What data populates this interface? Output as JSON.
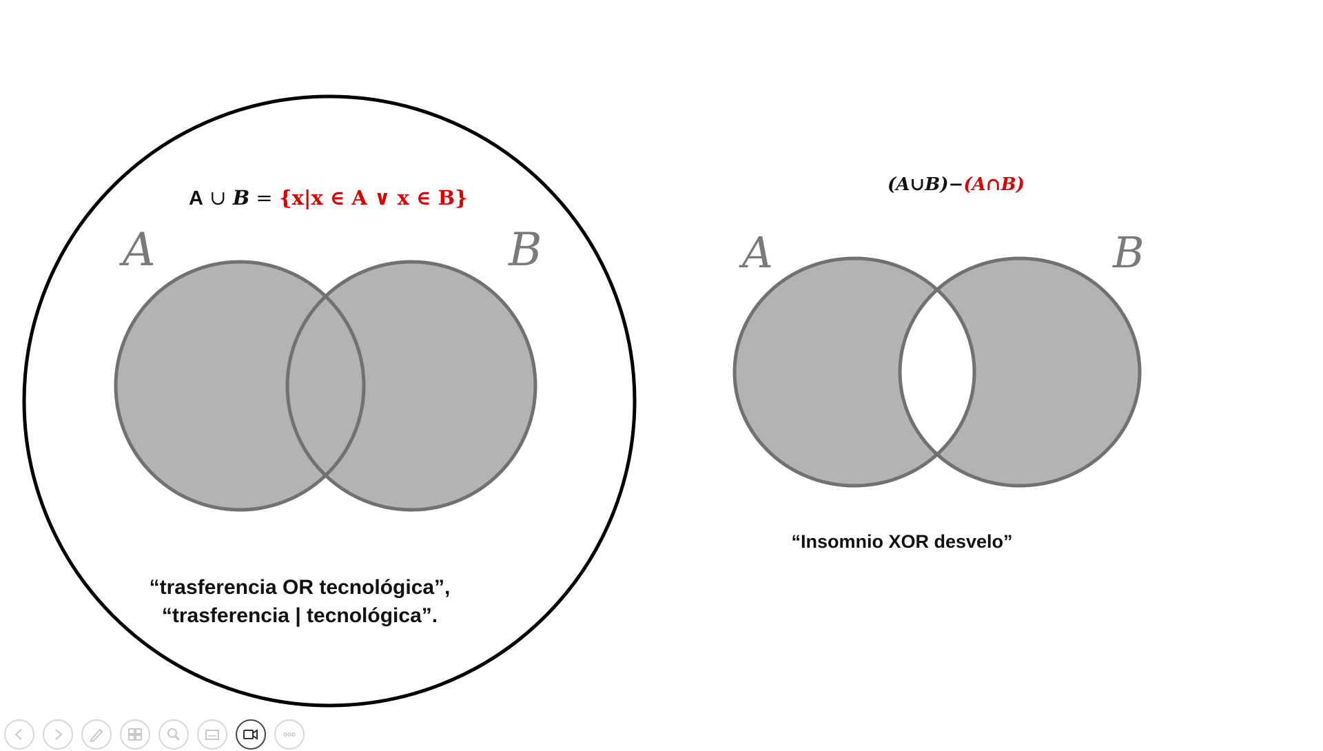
{
  "union_panel": {
    "formula": {
      "lhs_a": "A",
      "op_union": " ∪ ",
      "lhs_b": "B",
      "equals": " = ",
      "rhs": "{x|x  ∈ A ∨ x ∈ B}"
    },
    "label_a": "A",
    "label_b": "B",
    "caption_line1": "“trasferencia OR tecnológica”,",
    "caption_line2": "“trasferencia | tecnológica”."
  },
  "xor_panel": {
    "formula": {
      "part1": "(A∪B)−",
      "part2": "(A∩B)"
    },
    "label_a": "A",
    "label_b": "B",
    "caption": "“Insomnio XOR desvelo”"
  },
  "colors": {
    "fill": "#b3b3b3",
    "stroke": "#717171",
    "accent_red": "#e00000",
    "text": "#111111",
    "label_gray": "#7a7a7a"
  },
  "controls": [
    {
      "icon": "previous-icon"
    },
    {
      "icon": "next-icon"
    },
    {
      "icon": "pen-icon"
    },
    {
      "icon": "slides-icon"
    },
    {
      "icon": "zoom-icon"
    },
    {
      "icon": "subtitles-icon"
    },
    {
      "icon": "camera-icon"
    },
    {
      "icon": "more-icon"
    }
  ]
}
